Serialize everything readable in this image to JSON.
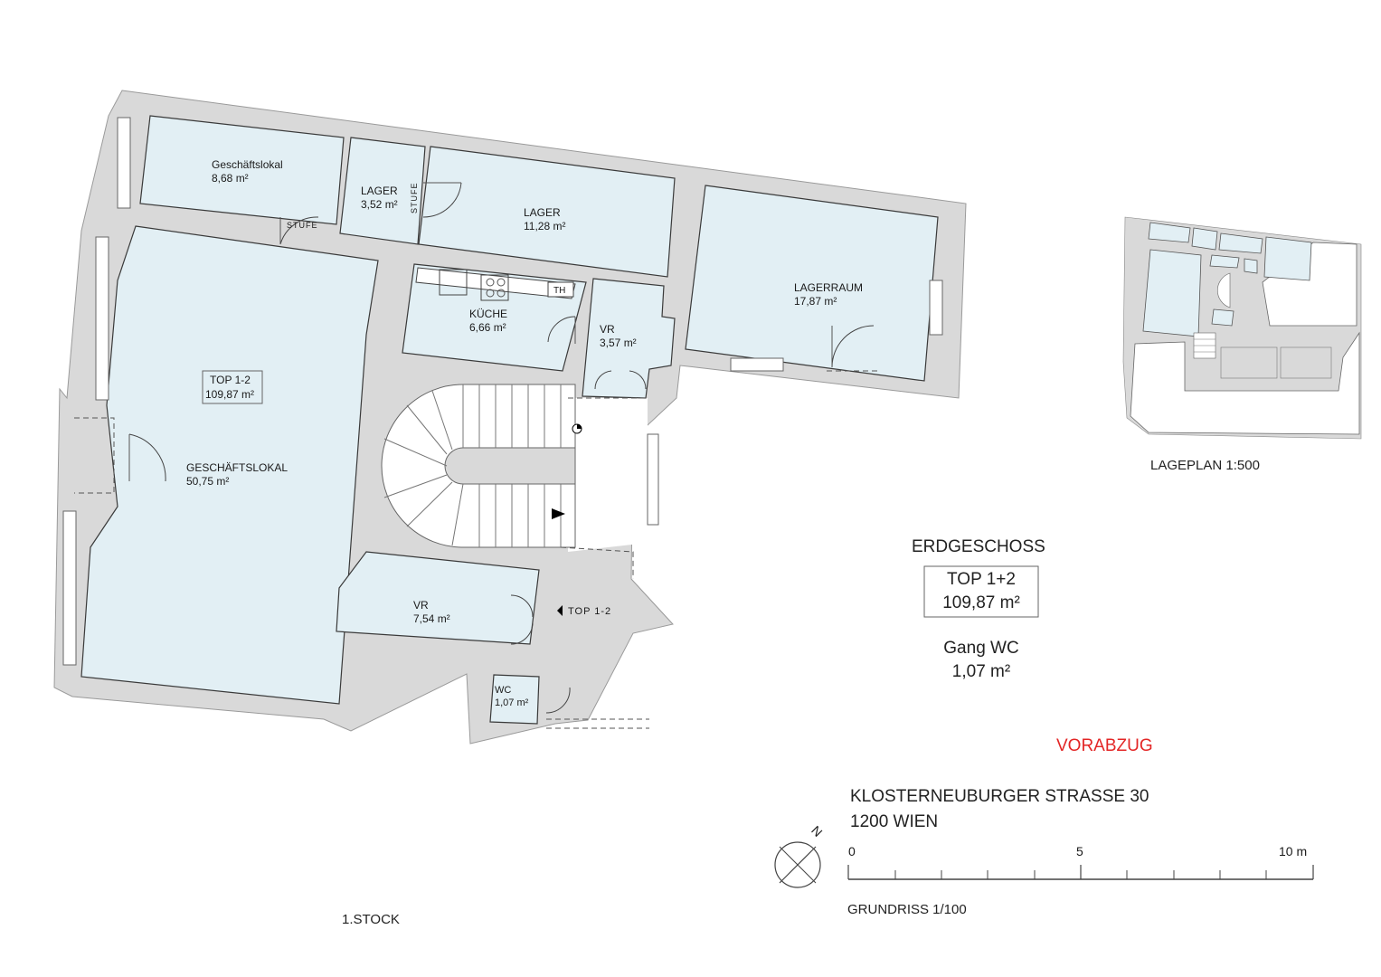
{
  "rooms": {
    "geschaeftslokal_small": {
      "name": "Geschäftslokal",
      "area": "8,68 m²"
    },
    "lager_small": {
      "name": "LAGER",
      "area": "3,52 m²"
    },
    "lager_large": {
      "name": "LAGER",
      "area": "11,28 m²"
    },
    "lagerraum": {
      "name": "LAGERRAUM",
      "area": "17,87 m²"
    },
    "kueche": {
      "name": "KÜCHE",
      "area": "6,66 m²"
    },
    "vr_upper": {
      "name": "VR",
      "area": "3,57 m²"
    },
    "geschaeftslokal_main": {
      "name": "GESCHÄFTSLOKAL",
      "area": "50,75 m²"
    },
    "vr_lower": {
      "name": "VR",
      "area": "7,54 m²"
    },
    "wc": {
      "name": "WC",
      "area": "1,07 m²"
    }
  },
  "labels": {
    "stufe": "STUFE",
    "th": "TH",
    "unit_tag": "TOP 1-2",
    "unit_tag_area": "109,87 m²",
    "entrance_tag": "TOP 1-2",
    "upper_floor": "1.STOCK",
    "floor": "ERDGESCHOSS",
    "unit_box_title": "TOP 1+2",
    "unit_box_area": "109,87 m²",
    "gang_wc_title": "Gang WC",
    "gang_wc_area": "1,07 m²",
    "draft": "VORABZUG",
    "address_line1": "KLOSTERNEUBURGER STRASSE 30",
    "address_line2": "1200 WIEN",
    "site_plan": "LAGEPLAN 1:500",
    "plan_scale": "GRUNDRISS 1/100",
    "north": "N"
  },
  "scale_bar": {
    "ticks": [
      "0",
      "5",
      "10 m"
    ]
  },
  "colors": {
    "room_fill": "#e2eff4",
    "wall_fill": "#d9d9d9",
    "draft": "#e32626"
  }
}
